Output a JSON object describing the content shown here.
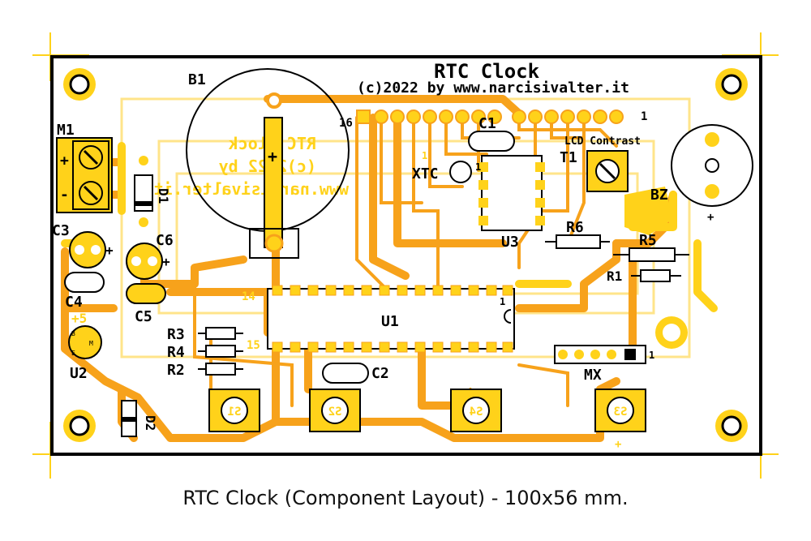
{
  "board": {
    "title": "RTC Clock",
    "subtitle": "(c)2022 by www.narcisivalter.it",
    "mirror_text": [
      "RTC Clock",
      "(c)2022 by",
      "www.narcisivalter.it"
    ]
  },
  "labels": {
    "b1": "B1",
    "m1": "M1",
    "d1": "D1",
    "c1": "C1",
    "c2": "C2",
    "c3": "C3",
    "c4": "C4",
    "c5": "C5",
    "c6": "C6",
    "xtc": "XTC",
    "t1": "T1",
    "lcd_contrast": "LCD Contrast",
    "bz": "BZ",
    "u1": "U1",
    "u2": "U2",
    "u3": "U3",
    "r1": "R1",
    "r2": "R2",
    "r3": "R3",
    "r4": "R4",
    "r5": "R5",
    "r6": "R6",
    "mx": "MX",
    "d2": "D2",
    "plus5": "+5",
    "pin16": "16",
    "pin1": "1",
    "pin14": "14",
    "pin1b": "1",
    "pin15": "15",
    "pin1c": "1",
    "pin1d": "1",
    "pin1e": "1"
  },
  "buttons": [
    "S1",
    "S2",
    "S4",
    "S3"
  ],
  "caption": "RTC Clock (Component Layout)  -  100x56 mm.",
  "colors": {
    "copper": "#f7a21b",
    "silk_top": "#ffd21a",
    "outline": "#000000",
    "pad": "#ffd21a"
  }
}
